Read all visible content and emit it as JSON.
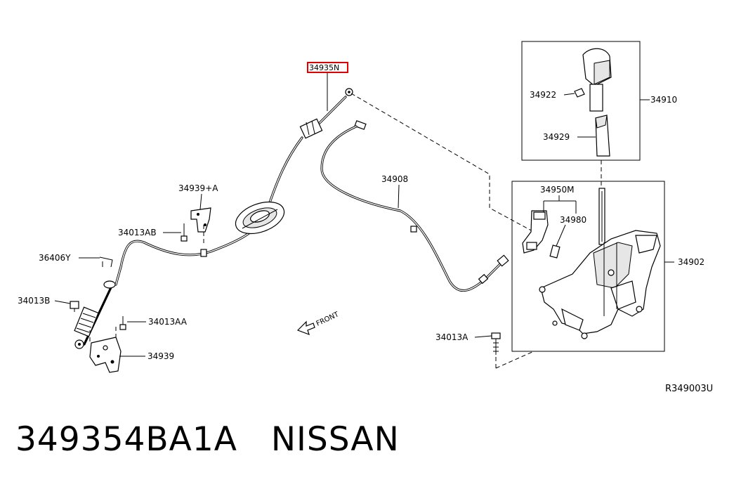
{
  "diagram": {
    "callouts": {
      "highlighted": "34935N",
      "shift_lever_assy": "34910",
      "knob_clip": "34922",
      "knob_sleeve": "34929",
      "cable_bracket_plus": "34939+A",
      "bolt_ab": "34013AB",
      "clip_y": "36406Y",
      "bolt_b": "34013B",
      "bolt_aa": "34013AA",
      "bracket": "34939",
      "cable": "34908",
      "sub_assy": "34950M",
      "lock_part": "34980",
      "device_assy": "34902",
      "bolt_a": "34013A",
      "front_label": "FRONT"
    },
    "figure_code": "R349003U"
  },
  "caption": {
    "part_number": "349354BA1A",
    "brand": "NISSAN"
  },
  "colors": {
    "highlight_box": "#e00000",
    "line": "#000000"
  }
}
